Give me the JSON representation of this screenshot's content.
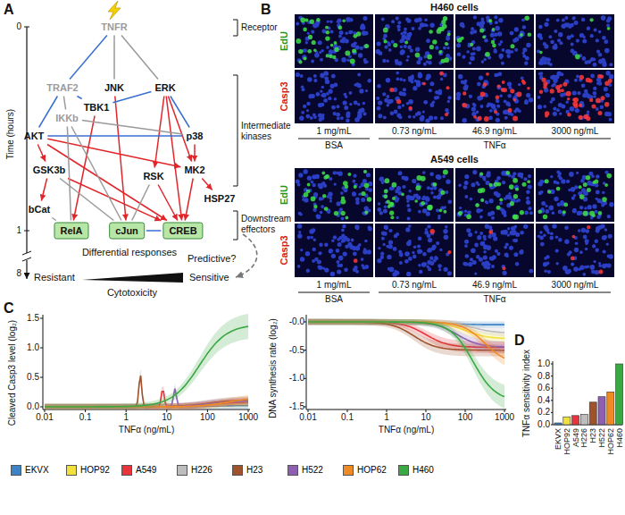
{
  "diagram": {
    "nodes": [
      {
        "text": [
          "TNFR"
        ]
      },
      {
        "text": [
          "TRAF2"
        ]
      },
      {
        "text": [
          "JNK"
        ]
      },
      {
        "text": [
          "ERK"
        ]
      },
      {
        "text": [
          "TBK1"
        ]
      },
      {
        "text": [
          "IKKb"
        ]
      },
      {
        "text": [
          "AKT"
        ]
      },
      {
        "text": [
          "p38"
        ]
      },
      {
        "text": [
          "GSK3b"
        ]
      },
      {
        "text": [
          "RSK"
        ]
      },
      {
        "text": [
          "MK2"
        ]
      },
      {
        "text": [
          "bCat"
        ]
      },
      {
        "text": [
          "HSP27"
        ]
      },
      {
        "text": [
          "RelA"
        ]
      },
      {
        "text": [
          "cJun"
        ]
      },
      {
        "text": [
          "CREB"
        ]
      }
    ],
    "edges": [
      {
        "from": 0,
        "to": 1,
        "arrow": "none"
      },
      {
        "from": 0,
        "to": 2,
        "arrow": "none"
      },
      {
        "from": 0,
        "to": 3,
        "arrow": "none"
      },
      {
        "from": 1,
        "to": 4,
        "arrow": "none"
      },
      {
        "from": 1,
        "to": 6,
        "arrow": "none"
      },
      {
        "from": 3,
        "to": 7,
        "arrow": "none"
      },
      {
        "from": 3,
        "to": 9,
        "arrow": "to"
      },
      {
        "from": 3,
        "to": 10,
        "arrow": "to"
      },
      {
        "from": 3,
        "to": 15,
        "arrow": "to"
      },
      {
        "from": 1,
        "to": 5,
        "arrow": "none"
      },
      {
        "from": 2,
        "to": 14,
        "arrow": "to"
      },
      {
        "from": 4,
        "to": 13,
        "arrow": "to"
      },
      {
        "from": 6,
        "to": 7,
        "arrow": "none"
      },
      {
        "from": 6,
        "to": 8,
        "arrow": "to"
      },
      {
        "from": 6,
        "to": 10,
        "arrow": "to"
      },
      {
        "from": 6,
        "to": 15,
        "arrow": "to"
      },
      {
        "from": 7,
        "to": 10,
        "arrow": "to"
      },
      {
        "from": 7,
        "to": 5,
        "arrow": "none"
      },
      {
        "from": 8,
        "to": 11,
        "arrow": "to"
      },
      {
        "from": 8,
        "to": 15,
        "arrow": "to"
      },
      {
        "from": 8,
        "to": 14,
        "arrow": "none"
      },
      {
        "from": 9,
        "to": 15,
        "arrow": "to"
      },
      {
        "from": 9,
        "to": 14,
        "arrow": "none"
      },
      {
        "from": 10,
        "to": 12,
        "arrow": "to"
      },
      {
        "from": 10,
        "to": 15,
        "arrow": "to"
      },
      {
        "from": 11,
        "to": 13,
        "arrow": "none"
      },
      {
        "from": 5,
        "to": 13,
        "arrow": "none"
      },
      {
        "from": 5,
        "to": 14,
        "arrow": "none"
      },
      {
        "from": 14,
        "to": 15,
        "arrow": "none"
      },
      {
        "from": 3,
        "to": 4,
        "arrow": "none"
      }
    ],
    "labels": [
      "A",
      "0",
      "1",
      "8",
      "Time (hours)",
      "Receptor",
      "Intermediate kinases",
      "Downstream effectors",
      "Differential responses",
      "Predictive?",
      "Resistant",
      "Sensitive",
      "Cytotoxicity",
      "B",
      "H460 cells",
      "EdU",
      "Casp3",
      "1 mg/mL",
      "0.73 ng/mL",
      "46.9 ng/mL",
      "3000 ng/mL",
      "BSA",
      "TNFα",
      "A549 cells",
      "EdU",
      "Casp3",
      "1 mg/mL",
      "0.73 ng/mL",
      "46.9 ng/mL",
      "3000 ng/mL",
      "BSA",
      "TNFα",
      "C",
      "Cleaved Casp3 level (log₂)",
      "1.5",
      "1.0",
      "0.5",
      "0.0",
      "0.01",
      "0.1",
      "1",
      "10",
      "100",
      "1000",
      "TNFα (ng/mL)",
      "DNA synthesis rate (log₂)",
      "-0.0",
      "-0.5",
      "-1.0",
      "-1.5",
      "0.01",
      "0.1",
      "1",
      "10",
      "100",
      "1000",
      "TNFα (ng/mL)",
      "D",
      "TNFα sensitivity index",
      "1.0",
      "0.8",
      "0.6",
      "0.4",
      "0.2",
      "0.0",
      "EKVX",
      "HOP92",
      "A549",
      "H226",
      "H23",
      "H522",
      "HOP62",
      "H460"
    ],
    "legend": [
      {
        "text": "EKVX",
        "color": "#3d84c6"
      },
      {
        "text": "HOP92",
        "color": "#f2e13a"
      },
      {
        "text": "A549",
        "color": "#e8343a"
      },
      {
        "text": "H226",
        "color": "#bdbdbd"
      },
      {
        "text": "H23",
        "color": "#a0522d"
      },
      {
        "text": "H522",
        "color": "#8e5fb0"
      },
      {
        "text": "HOP62",
        "color": "#f08a24"
      },
      {
        "text": "H460",
        "color": "#3aa843"
      }
    ]
  }
}
